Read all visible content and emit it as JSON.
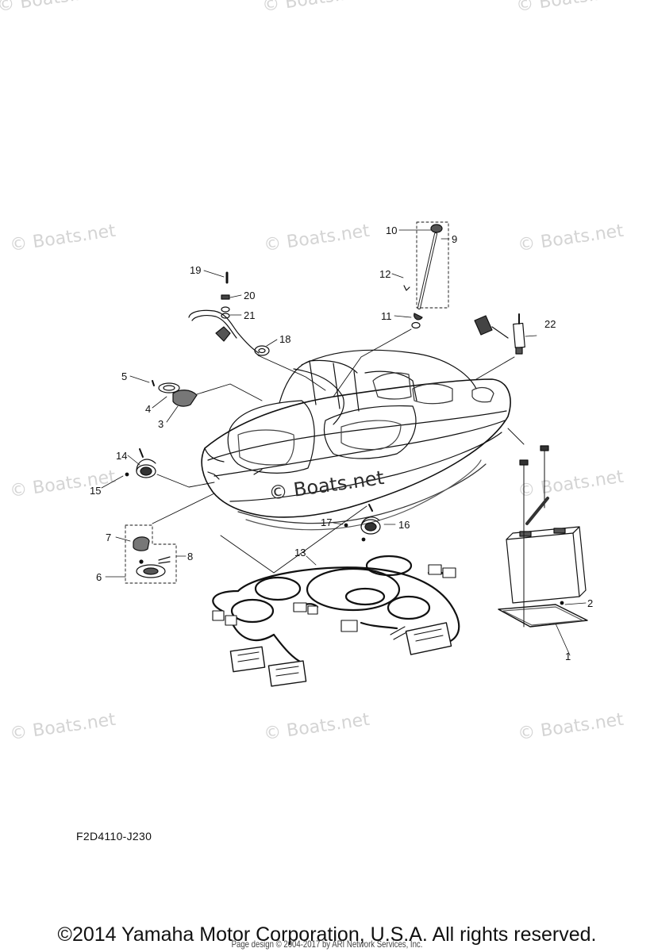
{
  "watermark": {
    "text": "© Boats.net"
  },
  "callouts": [
    {
      "id": "1",
      "label": "1"
    },
    {
      "id": "2",
      "label": "2"
    },
    {
      "id": "3",
      "label": "3"
    },
    {
      "id": "4",
      "label": "4"
    },
    {
      "id": "5",
      "label": "5"
    },
    {
      "id": "6",
      "label": "6"
    },
    {
      "id": "7",
      "label": "7"
    },
    {
      "id": "8",
      "label": "8"
    },
    {
      "id": "9",
      "label": "9"
    },
    {
      "id": "10",
      "label": "10"
    },
    {
      "id": "11",
      "label": "11"
    },
    {
      "id": "12",
      "label": "12"
    },
    {
      "id": "13",
      "label": "13"
    },
    {
      "id": "14",
      "label": "14"
    },
    {
      "id": "15",
      "label": "15"
    },
    {
      "id": "16",
      "label": "16"
    },
    {
      "id": "17",
      "label": "17"
    },
    {
      "id": "18",
      "label": "18"
    },
    {
      "id": "19",
      "label": "19"
    },
    {
      "id": "20",
      "label": "20"
    },
    {
      "id": "21",
      "label": "21"
    },
    {
      "id": "22",
      "label": "22"
    }
  ],
  "diagram_code": "F2D4110-J230",
  "copyright": "©2014 Yamaha Motor Corporation, U.S.A. All rights reserved.",
  "page_design": "Page design © 2004-2017 by ARI Network Services, Inc."
}
